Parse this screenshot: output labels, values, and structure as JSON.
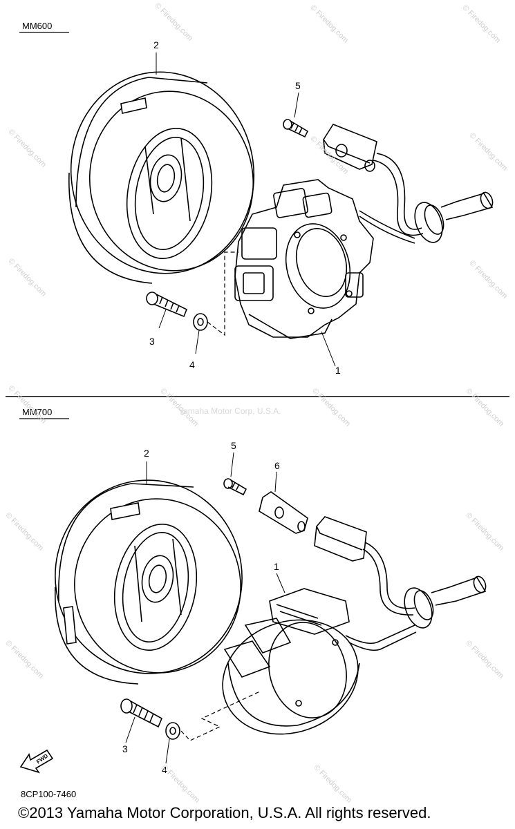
{
  "sections": [
    {
      "model": "MM600",
      "callouts": [
        "2",
        "5",
        "3",
        "4",
        "1"
      ]
    },
    {
      "model": "MM700",
      "callouts": [
        "2",
        "5",
        "6",
        "1",
        "3",
        "4"
      ]
    }
  ],
  "watermarks": {
    "site": "© Firedog.com",
    "center": "Yamaha Motor Corp, U.S.A."
  },
  "fwd_label": "FWD",
  "part_code": "8CP100-7460",
  "copyright": "©2013 Yamaha Motor Corporation, U.S.A. All rights reserved."
}
